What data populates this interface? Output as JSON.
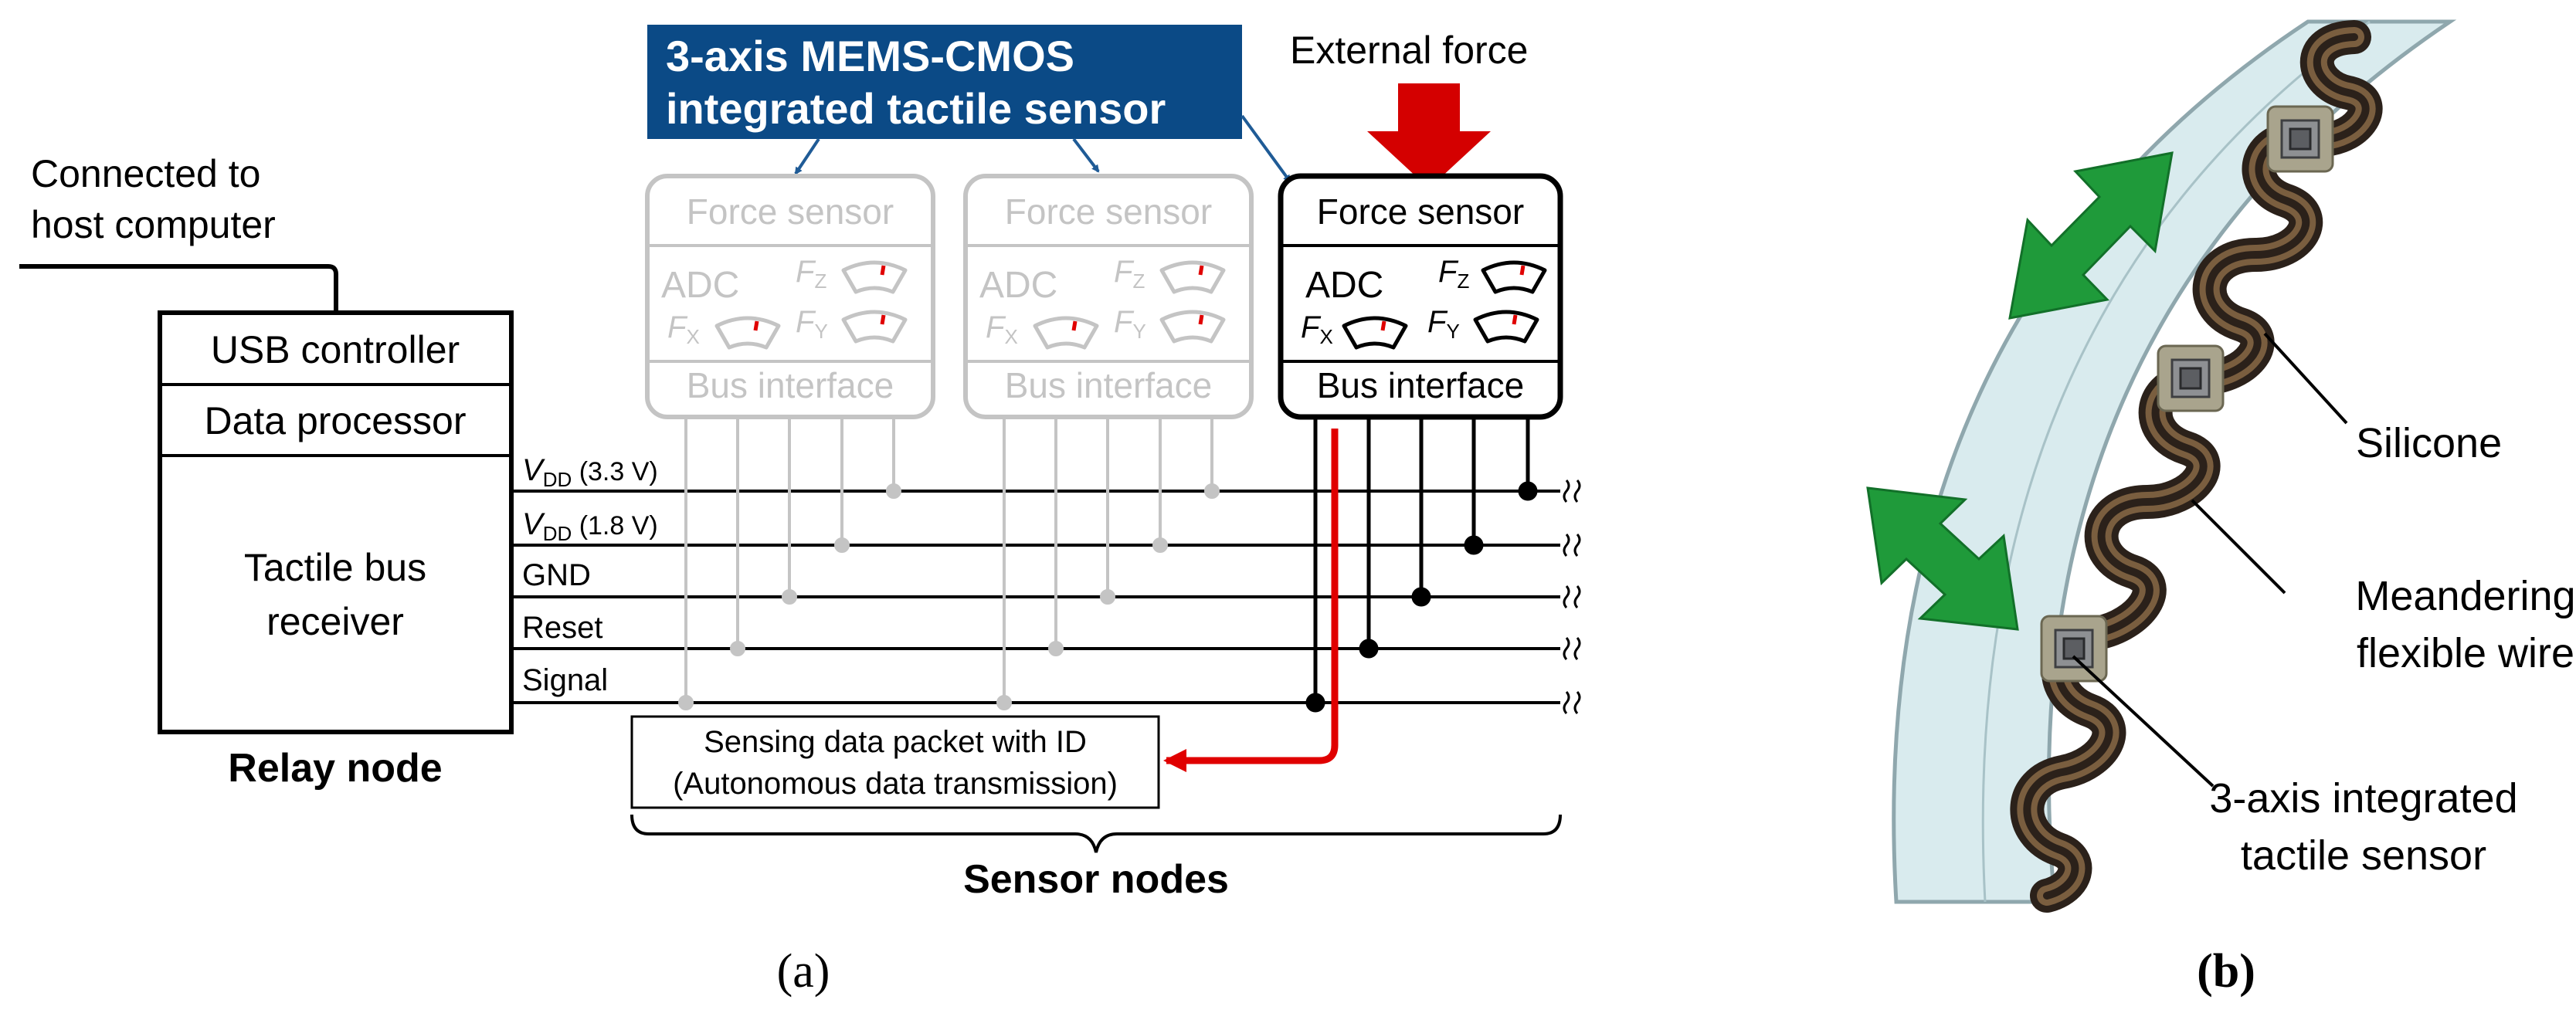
{
  "panel_a": {
    "sensor_title_line1": "3-axis MEMS-CMOS",
    "sensor_title_line2": "integrated tactile sensor",
    "external_force": "External force",
    "host_line1": "Connected to",
    "host_line2": "host computer",
    "relay": {
      "usb": "USB controller",
      "data_processor": "Data processor",
      "receiver_line1": "Tactile bus",
      "receiver_line2": "receiver",
      "label": "Relay node"
    },
    "node": {
      "force_sensor": "Force sensor",
      "adc": "ADC",
      "bus_interface": "Bus interface",
      "fz": "F",
      "fz_sub": "Z",
      "fx": "F",
      "fx_sub": "X",
      "fy": "F",
      "fy_sub": "Y"
    },
    "buses": {
      "vdd33_main": "V",
      "vdd33_sub": "DD",
      "vdd33_value": " (3.3 V)",
      "vdd18_main": "V",
      "vdd18_sub": "DD",
      "vdd18_value": " (1.8 V)",
      "gnd": "GND",
      "reset": "Reset",
      "signal": "Signal"
    },
    "packet_line1": "Sensing data packet with ID",
    "packet_line2": "(Autonomous data transmission)",
    "sensor_nodes": "Sensor nodes",
    "caption": "(a)"
  },
  "panel_b": {
    "silicone": "Silicone",
    "wire_line1": "Meandering",
    "wire_line2": "flexible wire",
    "sensor_line1": "3-axis integrated",
    "sensor_line2": "tactile sensor",
    "caption": "(b)"
  },
  "colors": {
    "title_box": "#0b4a86",
    "arrow_blue": "#1f5b96",
    "force_red": "#d40000",
    "packet_red": "#e00000",
    "faded": "#c4c4c4",
    "green": "#1f9a3a",
    "silicone": "#d9ebee",
    "wire": "#3a2d24"
  }
}
